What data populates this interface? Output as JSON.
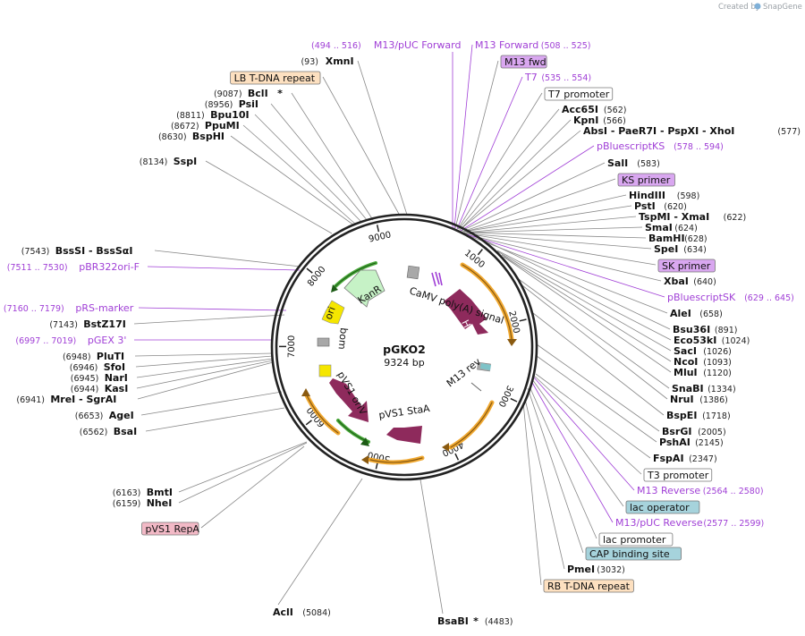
{
  "plasmid": {
    "name": "pGKO2",
    "size_text": "9324 bp"
  },
  "credit": {
    "prefix": "Created by",
    "brand": "SnapGene"
  },
  "ticks": [
    "1000",
    "2000",
    "3000",
    "4000",
    "5000",
    "6000",
    "7000",
    "8000",
    "9000"
  ],
  "right_labels": [
    {
      "kind": "purple",
      "pos": "(494 .. 516)",
      "name": "M13/pUC Forward"
    },
    {
      "kind": "purple",
      "name": "M13 Forward",
      "pos": "(508 .. 525)"
    },
    {
      "kind": "box",
      "name": "M13 fwd",
      "color": "#d9a7f0"
    },
    {
      "kind": "purple",
      "name": "T7",
      "pos": "(535 .. 554)"
    },
    {
      "kind": "box",
      "name": "T7 promoter",
      "color": "#ffffff"
    },
    {
      "kind": "enz",
      "name": "Acc65I",
      "pos": "(562)"
    },
    {
      "kind": "enz",
      "name": "KpnI",
      "pos": "(566)"
    },
    {
      "kind": "enz",
      "name": "AbsI  - PaeR7I  - PspXI  - XhoI",
      "pos": "(577)"
    },
    {
      "kind": "purple",
      "name": "pBluescriptKS",
      "pos": "(578 .. 594)"
    },
    {
      "kind": "enz",
      "name": "SalI",
      "pos": "(583)"
    },
    {
      "kind": "box",
      "name": "KS primer",
      "color": "#d9a7f0"
    },
    {
      "kind": "enz",
      "name": "HindIII",
      "pos": "(598)"
    },
    {
      "kind": "enz",
      "name": "PstI",
      "pos": "(620)"
    },
    {
      "kind": "enz",
      "name": "TspMI  - XmaI",
      "pos": "(622)"
    },
    {
      "kind": "enz",
      "name": "SmaI",
      "pos": "(624)"
    },
    {
      "kind": "enz",
      "name": "BamHI",
      "pos": "(628)"
    },
    {
      "kind": "enz",
      "name": "SpeI",
      "pos": "(634)"
    },
    {
      "kind": "box",
      "name": "SK primer",
      "color": "#d9a7f0"
    },
    {
      "kind": "enz",
      "name": "XbaI",
      "pos": "(640)"
    },
    {
      "kind": "purple",
      "name": "pBluescriptSK",
      "pos": "(629 .. 645)"
    },
    {
      "kind": "enz",
      "name": "AleI",
      "pos": "(658)"
    },
    {
      "kind": "enz",
      "name": "Bsu36I",
      "pos": "(891)"
    },
    {
      "kind": "enz",
      "name": "Eco53kI",
      "pos": "(1024)"
    },
    {
      "kind": "enz",
      "name": "SacI",
      "pos": "(1026)"
    },
    {
      "kind": "enz",
      "name": "NcoI",
      "pos": "(1093)"
    },
    {
      "kind": "enz",
      "name": "MluI",
      "pos": "(1120)"
    },
    {
      "kind": "enz",
      "name": "SnaBI",
      "pos": "(1334)"
    },
    {
      "kind": "enz",
      "name": "NruI",
      "pos": "(1386)"
    },
    {
      "kind": "enz",
      "name": "BspEI",
      "pos": "(1718)"
    },
    {
      "kind": "enz",
      "name": "BsrGI",
      "pos": "(2005)"
    },
    {
      "kind": "enz",
      "name": "PshAI",
      "pos": "(2145)"
    },
    {
      "kind": "enz",
      "name": "FspAI",
      "pos": "(2347)"
    },
    {
      "kind": "box",
      "name": "T3 promoter",
      "color": "#ffffff"
    },
    {
      "kind": "purple",
      "name": "M13 Reverse",
      "pos": "(2564 .. 2580)"
    },
    {
      "kind": "box",
      "name": "lac operator",
      "color": "#a6d3dc"
    },
    {
      "kind": "purple",
      "name": "M13/pUC Reverse",
      "pos": "(2577 .. 2599)"
    },
    {
      "kind": "box",
      "name": "lac promoter",
      "color": "#ffffff"
    },
    {
      "kind": "box",
      "name": "CAP binding site",
      "color": "#a6d3dc"
    },
    {
      "kind": "enz",
      "name": "PmeI",
      "pos": "(3032)"
    },
    {
      "kind": "box",
      "name": "RB T-DNA repeat",
      "color": "#fde0c0"
    },
    {
      "kind": "enz",
      "name": "BsaBI",
      "star": "*",
      "pos": "(4483)"
    },
    {
      "kind": "enz",
      "name": "AclI",
      "pos": "(5084)"
    }
  ],
  "left_labels": [
    {
      "kind": "enz",
      "name": "XmnI",
      "pos": "(93)"
    },
    {
      "kind": "box",
      "name": "LB T-DNA repeat",
      "color": "#fde0c0"
    },
    {
      "kind": "enz",
      "name": "BclI",
      "star": "*",
      "pos": "(9087)"
    },
    {
      "kind": "enz",
      "name": "PsiI",
      "pos": "(8956)"
    },
    {
      "kind": "enz",
      "name": "Bpu10I",
      "pos": "(8811)"
    },
    {
      "kind": "enz",
      "name": "PpuMI",
      "pos": "(8672)"
    },
    {
      "kind": "enz",
      "name": "BspHI",
      "pos": "(8630)"
    },
    {
      "kind": "enz",
      "name": "SspI",
      "pos": "(8134)"
    },
    {
      "kind": "enz",
      "name": "BssSI  - BssSαI",
      "pos": "(7543)"
    },
    {
      "kind": "purple",
      "name": "pBR322ori-F",
      "pos": "(7511 .. 7530)"
    },
    {
      "kind": "purple",
      "name": "pRS-marker",
      "pos": "(7160 .. 7179)"
    },
    {
      "kind": "enz",
      "name": "BstZ17I",
      "pos": "(7143)"
    },
    {
      "kind": "purple",
      "name": "pGEX 3'",
      "pos": "(6997 .. 7019)"
    },
    {
      "kind": "enz",
      "name": "PluTI",
      "pos": "(6948)"
    },
    {
      "kind": "enz",
      "name": "SfoI",
      "pos": "(6946)"
    },
    {
      "kind": "enz",
      "name": "NarI",
      "pos": "(6945)"
    },
    {
      "kind": "enz",
      "name": "KasI",
      "pos": "(6944)"
    },
    {
      "kind": "enz",
      "name": "MreI  - SgrAI",
      "pos": "(6941)"
    },
    {
      "kind": "enz",
      "name": "AgeI",
      "pos": "(6653)"
    },
    {
      "kind": "enz",
      "name": "BsaI",
      "pos": "(6562)"
    },
    {
      "kind": "enz",
      "name": "BmtI",
      "pos": "(6163)"
    },
    {
      "kind": "enz",
      "name": "NheI",
      "pos": "(6159)"
    },
    {
      "kind": "box",
      "name": "pVS1 RepA",
      "color": "#f2b9c6"
    }
  ],
  "features": [
    {
      "name": "HSV TK",
      "color": "#8e2a5c"
    },
    {
      "name": "KanR",
      "color": "#c6f2c6"
    },
    {
      "name": "ori",
      "color": "#f5e600"
    },
    {
      "name": "pVS1 oriV",
      "color": "#8e2a5c"
    },
    {
      "name": "pVS1 StaA",
      "color": "#8e2a5c"
    },
    {
      "name": "CaMV poly(A) signal",
      "color": "#a8a8a8"
    },
    {
      "name": "M13 rev",
      "color": "#888888"
    },
    {
      "name": "bom",
      "color": "#a8a8a8"
    }
  ],
  "colors": {
    "purple": "#a03fd6",
    "ring": "#222222",
    "orange": "#f0a830",
    "green": "#49a83a"
  }
}
